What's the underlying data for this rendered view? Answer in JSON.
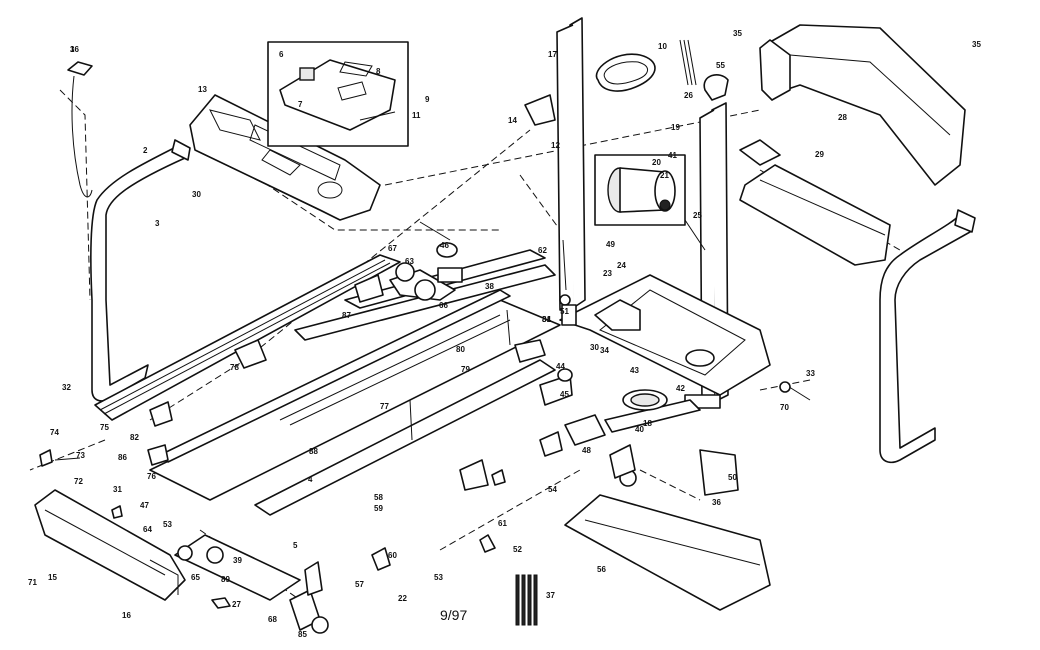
{
  "diagram": {
    "type": "exploded-parts-diagram",
    "date_code": "9/97",
    "callouts": [
      "1",
      "2",
      "3",
      "30",
      "32",
      "75",
      "82",
      "86",
      "78",
      "76",
      "73",
      "74",
      "72",
      "71",
      "15",
      "16",
      "31",
      "47",
      "53",
      "64",
      "65",
      "89",
      "39",
      "57",
      "85",
      "68",
      "27",
      "22",
      "58",
      "59",
      "60",
      "61",
      "52",
      "53",
      "37",
      "56",
      "54",
      "50",
      "36",
      "40",
      "41",
      "18",
      "42",
      "43",
      "44",
      "45",
      "48",
      "49",
      "55",
      "80",
      "79",
      "77",
      "81",
      "34",
      "33",
      "70",
      "35",
      "25",
      "23",
      "24",
      "62",
      "19",
      "20",
      "21",
      "28",
      "29",
      "26",
      "10",
      "17",
      "14",
      "12",
      "13",
      "6",
      "7",
      "8",
      "9",
      "11",
      "88",
      "5",
      "4",
      "63",
      "67",
      "87",
      "46",
      "66",
      "38",
      "84",
      "51",
      "35",
      "30",
      "36"
    ]
  }
}
